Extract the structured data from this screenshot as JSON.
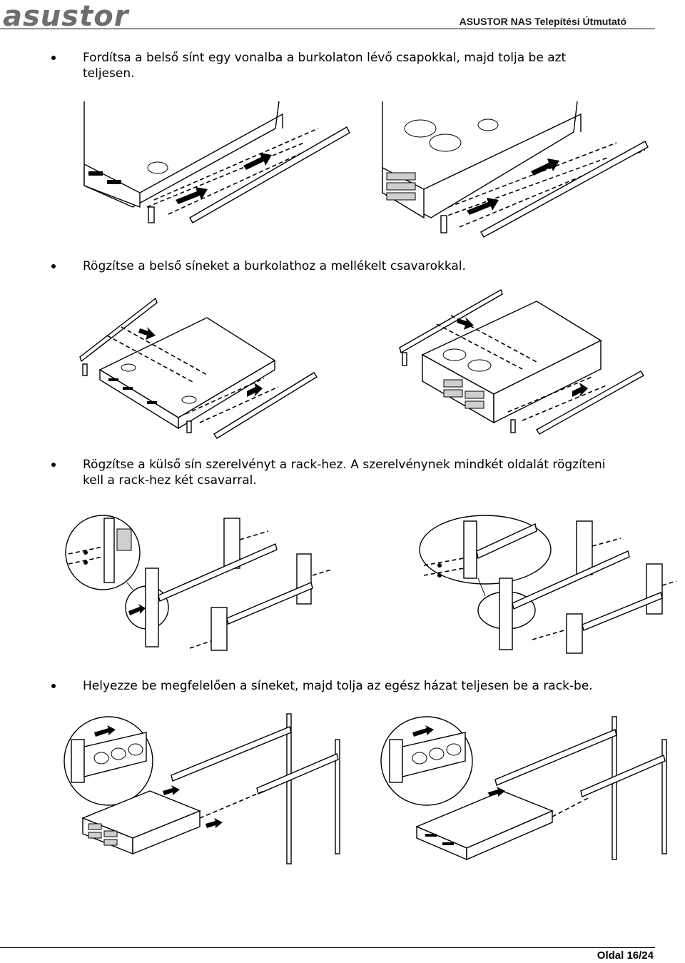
{
  "header": {
    "logo_text": "asustor",
    "doc_title": "ASUSTOR NAS Telepítési Útmutató"
  },
  "steps": [
    {
      "text": "Fordítsa a belső sínt egy vonalba a burkolaton lévő csapokkal, majd tolja be azt teljesen."
    },
    {
      "text": "Rögzítse a belső síneket a burkolathoz a mellékelt csavarokkal."
    },
    {
      "text": "Rögzítse a külső sín szerelvényt a rack-hez. A szerelvénynek mindkét oldalát rögzíteni kell a rack-hez két csavarral."
    },
    {
      "text": "Helyezze be megfelelően a síneket, majd tolja az egész házat teljesen be a rack-be."
    }
  ],
  "footer": {
    "page_label": "Oldal 16/24"
  },
  "illustration_icons": [
    "rail-alignment-1u-icon",
    "rail-alignment-2u-icon",
    "rail-screws-1u-icon",
    "rail-screws-2u-icon",
    "rack-rail-mount-1-icon",
    "rack-rail-mount-2-icon",
    "rack-insert-2u-icon",
    "rack-insert-1u-icon"
  ]
}
